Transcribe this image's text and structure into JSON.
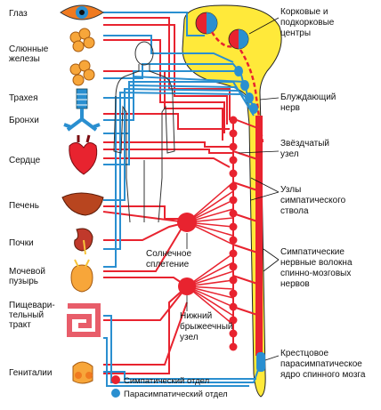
{
  "organs": [
    {
      "id": "eye",
      "label": "Глаз",
      "icon": "eye-icon"
    },
    {
      "id": "salivary",
      "label": [
        "Слюнные",
        "железы"
      ],
      "icon": "salivary-glands-icon"
    },
    {
      "id": "trachea",
      "label": "Трахея",
      "icon": "trachea-icon"
    },
    {
      "id": "bronchi",
      "label": "Бронхи",
      "icon": "bronchi-icon"
    },
    {
      "id": "heart",
      "label": "Сердце",
      "icon": "heart-icon"
    },
    {
      "id": "liver",
      "label": "Печень",
      "icon": "liver-icon"
    },
    {
      "id": "kidney",
      "label": "Почки",
      "icon": "kidney-icon"
    },
    {
      "id": "bladder",
      "label": [
        "Мочевой",
        "пузырь"
      ],
      "icon": "bladder-icon"
    },
    {
      "id": "digestive",
      "label": [
        "Пищевари-",
        "тельный",
        "тракт"
      ],
      "icon": "intestine-icon"
    },
    {
      "id": "genitals",
      "label": "Гениталии",
      "icon": "genitals-icon"
    }
  ],
  "annotations": [
    {
      "id": "cortical",
      "lines": [
        "Корковые и",
        "подкорковые",
        "центры"
      ]
    },
    {
      "id": "vagus",
      "lines": [
        "Блуждающий",
        "нерв"
      ]
    },
    {
      "id": "stellate",
      "lines": [
        "Звёздчатый",
        "узел"
      ]
    },
    {
      "id": "trunk",
      "lines": [
        "Узлы",
        "симпатического",
        "ствола"
      ]
    },
    {
      "id": "solar",
      "lines": [
        "Солнечное",
        "сплетение"
      ]
    },
    {
      "id": "sympfibers",
      "lines": [
        "Симпатические",
        "нервные волокна",
        "спинно-мозговых",
        "нервов"
      ]
    },
    {
      "id": "mesenteric",
      "lines": [
        "Нижний",
        "брыжеечный",
        "узел"
      ]
    },
    {
      "id": "sacral",
      "lines": [
        "Крестцовое",
        "парасимпатическое",
        "ядро спинного мозга"
      ]
    }
  ],
  "legend": [
    {
      "label": "Симпатический отдел",
      "color": "#e8232f"
    },
    {
      "label": "Парасимпатический отдел",
      "color": "#2a8fd0"
    }
  ],
  "colors": {
    "sympathetic": "#e8232f",
    "parasympathetic": "#2a8fd0",
    "spinal_cord": "#ffe93a",
    "organ": "#f07a20"
  }
}
